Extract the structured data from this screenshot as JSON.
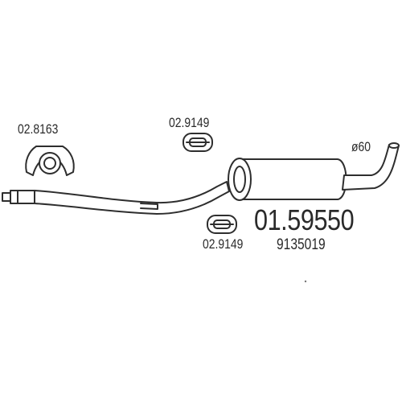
{
  "labels": {
    "clamp_top_left": "02.8163",
    "clamp_top_mid": "02.9149",
    "clamp_bottom": "02.9149",
    "diameter": "ø60",
    "part_number": "01.59550",
    "oem_number": "9135019"
  },
  "colors": {
    "line": "#2e2e2e",
    "fill": "#ffffff",
    "text": "#2a2a2a"
  },
  "icons": {
    "hanger": "rubber-hanger-icon",
    "clamp": "exhaust-clamp-icon"
  }
}
